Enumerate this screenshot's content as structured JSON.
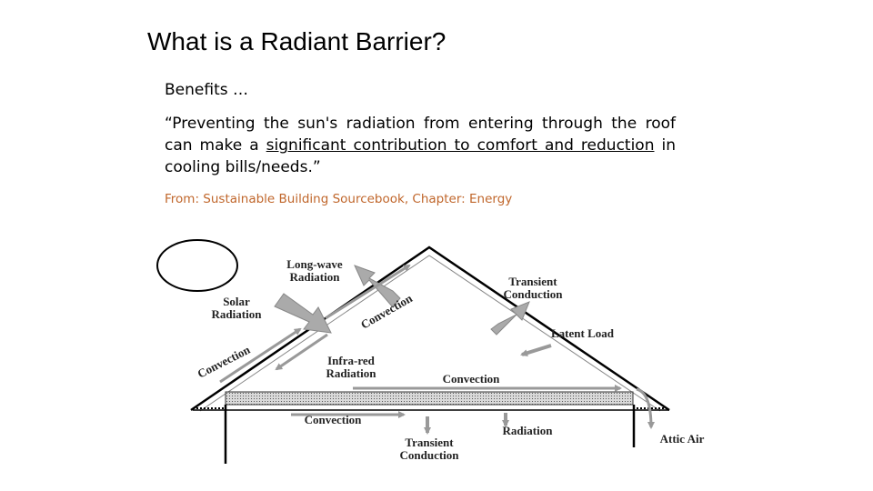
{
  "slide": {
    "title": "What is a Radiant Barrier?",
    "subtitle": "Benefits …",
    "quote": {
      "part1": "“Preventing the sun's radiation from entering through the roof can make a ",
      "underlined1": "significant contribution to comfort and reduction",
      "part2": " in cooling bills/needs.”"
    },
    "source": "From: Sustainable Building Sourcebook, Chapter: Energy"
  },
  "diagram": {
    "labels": {
      "long_wave_1": "Long-wave",
      "long_wave_2": "Radiation",
      "solar_1": "Solar",
      "solar_2": "Radiation",
      "transient_top_1": "Transient",
      "transient_top_2": "Conduction",
      "latent_load": "Latent Load",
      "convection_roof_right": "Convection",
      "convection_roof_left": "Convection",
      "infrared_1": "Infra-red",
      "infrared_2": "Radiation",
      "convection_attic": "Convection",
      "convection_below": "Convection",
      "radiation_below": "Radiation",
      "transient_bottom_1": "Transient",
      "transient_bottom_2": "Conduction",
      "attic_air": "Attic Air"
    }
  }
}
